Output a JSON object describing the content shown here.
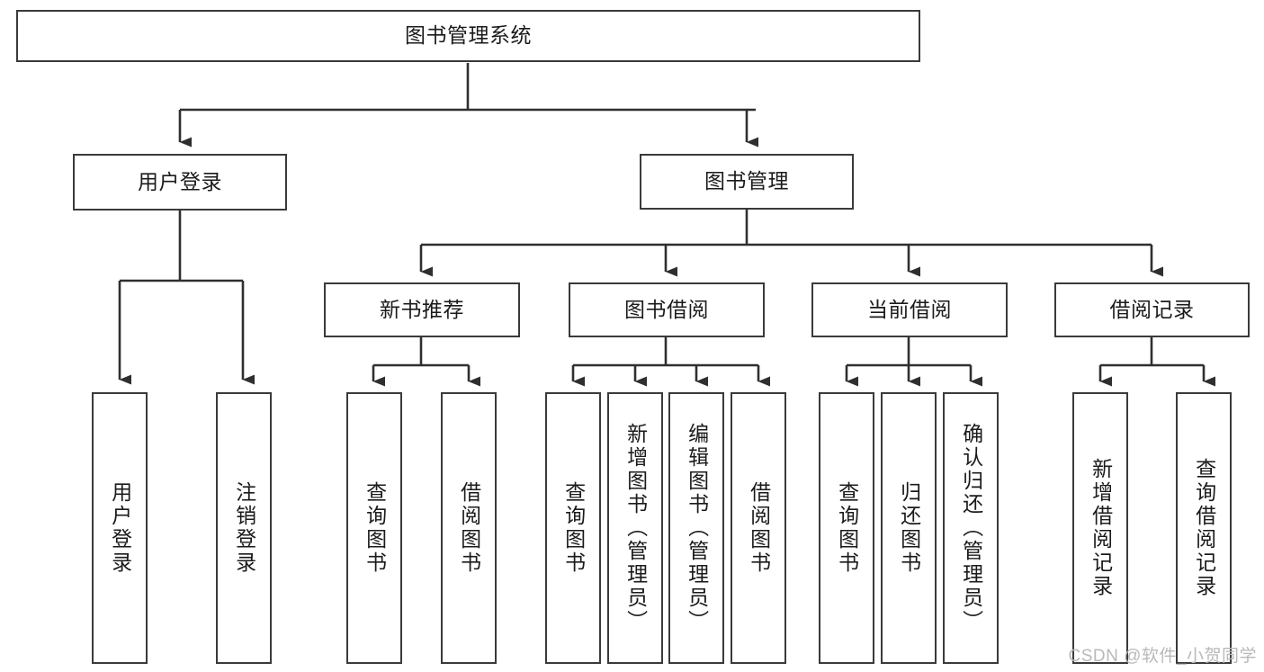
{
  "diagram": {
    "title": "图书管理系统",
    "type": "tree",
    "watermark": "CSDN @软件_小贺同学",
    "colors": {
      "box_border": "#3a3a3a",
      "box_fill": "#ffffff",
      "connector": "#2f2f2f",
      "text": "#1b1b1b",
      "watermark": "#b9b9b9"
    },
    "nodes": {
      "root": {
        "label": "图书管理系统",
        "level": 0,
        "orientation": "horizontal"
      },
      "l1": [
        {
          "id": "user-login",
          "label": "用户登录",
          "orientation": "horizontal"
        },
        {
          "id": "book-manage",
          "label": "图书管理",
          "orientation": "horizontal"
        }
      ],
      "l2": [
        {
          "id": "new-book-rec",
          "label": "新书推荐",
          "parent": "book-manage",
          "orientation": "horizontal"
        },
        {
          "id": "book-borrow",
          "label": "图书借阅",
          "parent": "book-manage",
          "orientation": "horizontal"
        },
        {
          "id": "current-borrow",
          "label": "当前借阅",
          "parent": "book-manage",
          "orientation": "horizontal"
        },
        {
          "id": "borrow-record",
          "label": "借阅记录",
          "parent": "book-manage",
          "orientation": "horizontal"
        }
      ],
      "leaves": [
        {
          "id": "leaf-user-login",
          "label": "用户登录",
          "parent": "user-login",
          "orientation": "vertical"
        },
        {
          "id": "leaf-logout",
          "label": "注销登录",
          "parent": "user-login",
          "orientation": "vertical"
        },
        {
          "id": "leaf-query-book-1",
          "label": "查询图书",
          "parent": "new-book-rec",
          "orientation": "vertical"
        },
        {
          "id": "leaf-borrow-book-1",
          "label": "借阅图书",
          "parent": "new-book-rec",
          "orientation": "vertical"
        },
        {
          "id": "leaf-query-book-2",
          "label": "查询图书",
          "parent": "book-borrow",
          "orientation": "vertical"
        },
        {
          "id": "leaf-add-book",
          "label": "新增图书（管理员）",
          "parent": "book-borrow",
          "orientation": "vertical"
        },
        {
          "id": "leaf-edit-book",
          "label": "编辑图书（管理员）",
          "parent": "book-borrow",
          "orientation": "vertical"
        },
        {
          "id": "leaf-borrow-book-2",
          "label": "借阅图书",
          "parent": "book-borrow",
          "orientation": "vertical"
        },
        {
          "id": "leaf-query-book-3",
          "label": "查询图书",
          "parent": "current-borrow",
          "orientation": "vertical"
        },
        {
          "id": "leaf-return-book",
          "label": "归还图书",
          "parent": "current-borrow",
          "orientation": "vertical"
        },
        {
          "id": "leaf-confirm-return",
          "label": "确认归还（管理员）",
          "parent": "current-borrow",
          "orientation": "vertical"
        },
        {
          "id": "leaf-add-record",
          "label": "新增借阅记录",
          "parent": "borrow-record",
          "orientation": "vertical"
        },
        {
          "id": "leaf-query-record",
          "label": "查询借阅记录",
          "parent": "borrow-record",
          "orientation": "vertical"
        }
      ]
    }
  }
}
